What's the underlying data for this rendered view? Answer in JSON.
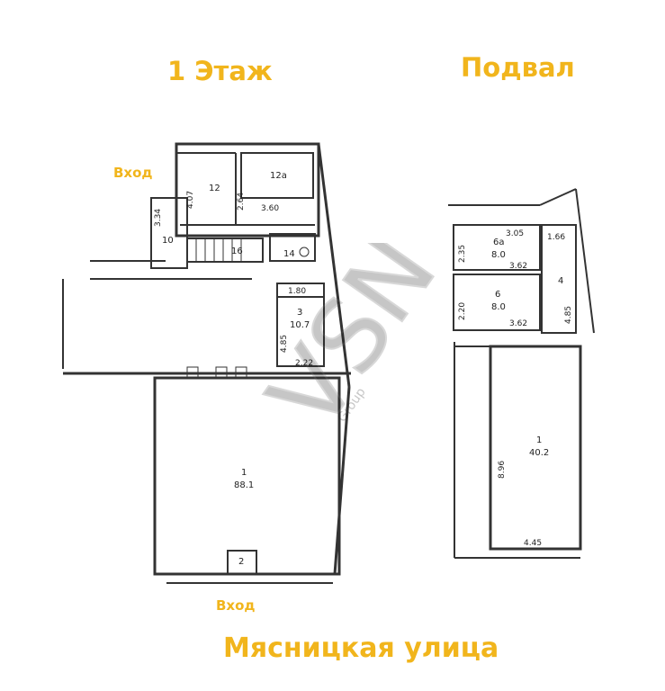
{
  "headings": {
    "floor1": "1 Этаж",
    "basement": "Подвал",
    "street": "Мясницкая улица"
  },
  "entrances": {
    "top": "Вход",
    "bottom": "Вход"
  },
  "floor1": {
    "rooms": [
      {
        "num": "12",
        "area": ""
      },
      {
        "num": "12а",
        "area": ""
      },
      {
        "num": "10",
        "area": ""
      },
      {
        "num": "16",
        "area": ""
      },
      {
        "num": "14",
        "area": ""
      },
      {
        "num": "3",
        "area": "10.7"
      },
      {
        "num": "1",
        "area": "88.1"
      },
      {
        "num": "2",
        "area": ""
      }
    ],
    "dimensions": {
      "d407": "4.07",
      "d334": "3.34",
      "d264": "2.64",
      "d360": "3.60",
      "d180": "1.80",
      "d485": "4.85",
      "d222": "2.22"
    }
  },
  "basement": {
    "rooms": [
      {
        "num": "6а",
        "area": "8.0"
      },
      {
        "num": "6",
        "area": "8.0"
      },
      {
        "num": "4",
        "area": ""
      },
      {
        "num": "1",
        "area": "40.2"
      }
    ],
    "dimensions": {
      "d235": "2.35",
      "d305": "3.05",
      "d166": "1.66",
      "d362a": "3.62",
      "d220": "2.20",
      "d362b": "3.62",
      "d485": "4.85",
      "d896": "8.96",
      "d445": "4.45"
    }
  },
  "watermark": {
    "brand": "VSN",
    "sub": "Group"
  },
  "colors": {
    "accent": "#f1b51c",
    "line": "#333333"
  }
}
